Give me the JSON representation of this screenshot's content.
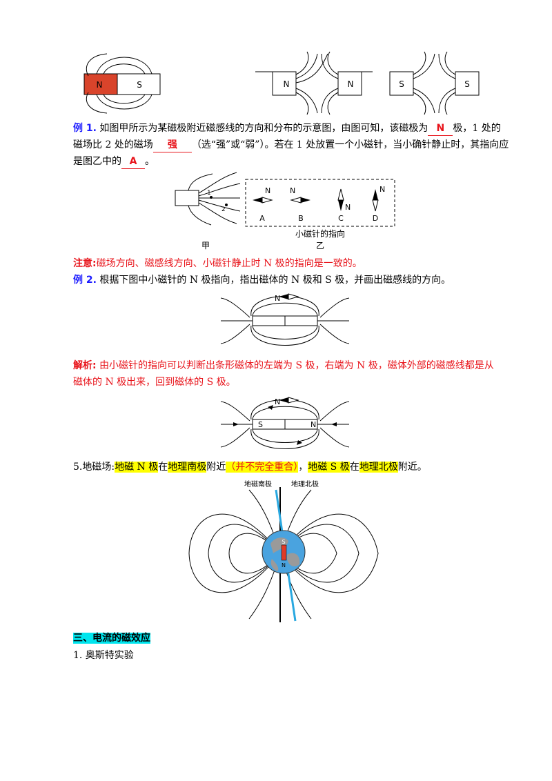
{
  "fig_top": {
    "magnet_left": {
      "n": "N",
      "s": "S"
    },
    "magnets_mid": {
      "left": "N",
      "right": "N"
    },
    "magnets_right": {
      "left": "S",
      "right": "S"
    }
  },
  "example1": {
    "label": "例 1.",
    "text_a": "如图甲所示为某磁极附近磁感线的方向和分布的示意图，由图可知，该磁极为",
    "answer1": "N",
    "text_b": "极，1 处的",
    "text_c": "磁场比 2 处的磁场",
    "answer2": "强",
    "text_d": "（选“强”或“弱”）。若在 1 处放置一个小磁针，当小确针静止时，其指向应",
    "text_e": "是图乙中的",
    "answer3": "A",
    "text_f": "。"
  },
  "fig_compass": {
    "label_jia": "甲",
    "label_yi": "乙",
    "caption": "小磁针的指向",
    "point1": "1",
    "point2": "2",
    "needles": [
      {
        "letter": "A",
        "n": "N"
      },
      {
        "letter": "B",
        "n": "N"
      },
      {
        "letter": "C",
        "n": "N"
      },
      {
        "letter": "D",
        "n": "N"
      }
    ]
  },
  "note": {
    "label": "注意:",
    "text": "磁场方向、磁感线方向、小磁针静止时 N 极的指向是一致的。"
  },
  "example2": {
    "label": "例 2.",
    "text": "根据下图中小磁针的 N 极指向，指出磁体的 N 极和 S 极，并画出磁感线的方向。",
    "needle_n": "N"
  },
  "analysis": {
    "label": "解析:",
    "line1": "由小磁针的指向可以判断出条形磁体的左端为 S 极，右端为 N 极，磁体外部的磁感线都是从",
    "line2": "磁体的 N 极出来，回到磁体的 S 极。"
  },
  "fig_bar2": {
    "left": "S",
    "right": "N",
    "needle_n": "N"
  },
  "geo": {
    "num": "5.",
    "lead": "地磁场:",
    "h1": "地磁 N 极",
    "t1": "在",
    "h2": "地理南极",
    "t2": "附近",
    "paren": "（并不完全重合）",
    "t3": "，",
    "h3": "地磁 S 极",
    "t4": "在",
    "h4": "地理北极",
    "t5": "附近。"
  },
  "earth_fig": {
    "label_mag_south": "地磁南极",
    "label_geo_north": "地理北极",
    "magnet_s": "S",
    "magnet_n": "N"
  },
  "section3": {
    "title": "三、电流的磁效应"
  },
  "item1": {
    "text": "1. 奥斯特实验"
  }
}
